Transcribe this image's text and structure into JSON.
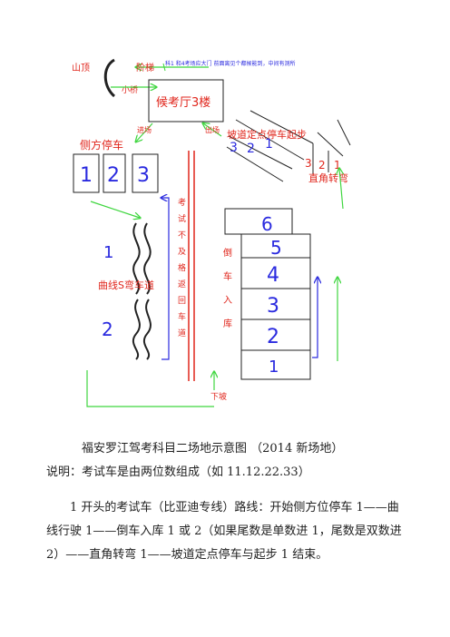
{
  "diagram": {
    "top_note": "科1 和4考场应大门 前面离见个都候能到，中间有测所",
    "labels": {
      "mountain_top": "山顶",
      "steps": "阶梯",
      "small_bridge": "小桥",
      "waiting_hall": "候考厅3楼",
      "entrance": "进场",
      "exit": "出场",
      "hill_start": "坡道定点停车起步",
      "side_parking": "侧方停车",
      "right_turn": "直角转弯",
      "s_curve": "曲线S弯车道",
      "fail_lane": "考试不及格返回车道",
      "reverse_parking": "倒车入库",
      "downhill": "下坡"
    },
    "side_parking_slots": [
      "1",
      "2",
      "3"
    ],
    "hill_slots": [
      "3",
      "2",
      "1"
    ],
    "right_turn_nums": [
      "3",
      "2",
      "1"
    ],
    "s_curve_nums": [
      "1",
      "2"
    ],
    "reverse_slots": [
      "6",
      "5",
      "4",
      "3",
      "2",
      "1"
    ],
    "colors": {
      "red": "#e0261c",
      "blue": "#2a2adf",
      "green": "#3fd63f",
      "dark": "#222222"
    }
  },
  "caption": {
    "title": "福安罗江驾考科目二场地示意图 （2014 新场地）",
    "note": "说明：考试车是由两位数组成（如 11.12.22.33）",
    "body": "1 开头的考试车（比亚迪专线）路线：开始侧方位停车 1——曲线行驶 1——倒车入库 1 或 2（如果尾数是单数进 1，尾数是双数进 2）——直角转弯 1——坡道定点停车与起步 1 结束。"
  }
}
